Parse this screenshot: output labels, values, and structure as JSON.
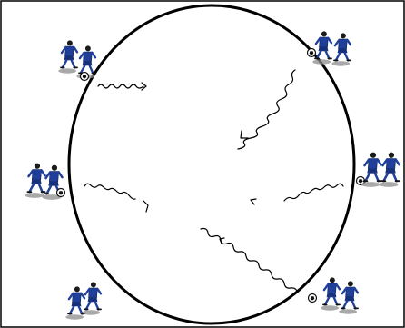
{
  "diagram": {
    "colors": {
      "background": "#ffffff",
      "frame": "#000000",
      "circle": "#000000",
      "player_kit": "#1f3f9a",
      "player_shadow": "#8c8c8c",
      "ball": "#222222",
      "path": "#000000"
    },
    "groups": [
      {
        "id": "top-left",
        "players": 2,
        "ball": true,
        "facing": "right"
      },
      {
        "id": "top-right",
        "players": 2,
        "ball": true,
        "facing": "right"
      },
      {
        "id": "middle-left",
        "players": 2,
        "ball": true,
        "facing": "right"
      },
      {
        "id": "middle-right",
        "players": 2,
        "ball": true,
        "facing": "right"
      },
      {
        "id": "bottom-left",
        "players": 2,
        "ball": false,
        "facing": "right"
      },
      {
        "id": "bottom-right",
        "players": 2,
        "ball": true,
        "facing": "right"
      }
    ],
    "dribble_paths": [
      {
        "id": "from-top-left",
        "direction": "inward"
      },
      {
        "id": "from-top-right",
        "direction": "inward"
      },
      {
        "id": "from-middle-left",
        "direction": "inward"
      },
      {
        "id": "from-middle-right",
        "direction": "inward"
      },
      {
        "id": "from-bottom-right",
        "direction": "inward"
      }
    ]
  }
}
